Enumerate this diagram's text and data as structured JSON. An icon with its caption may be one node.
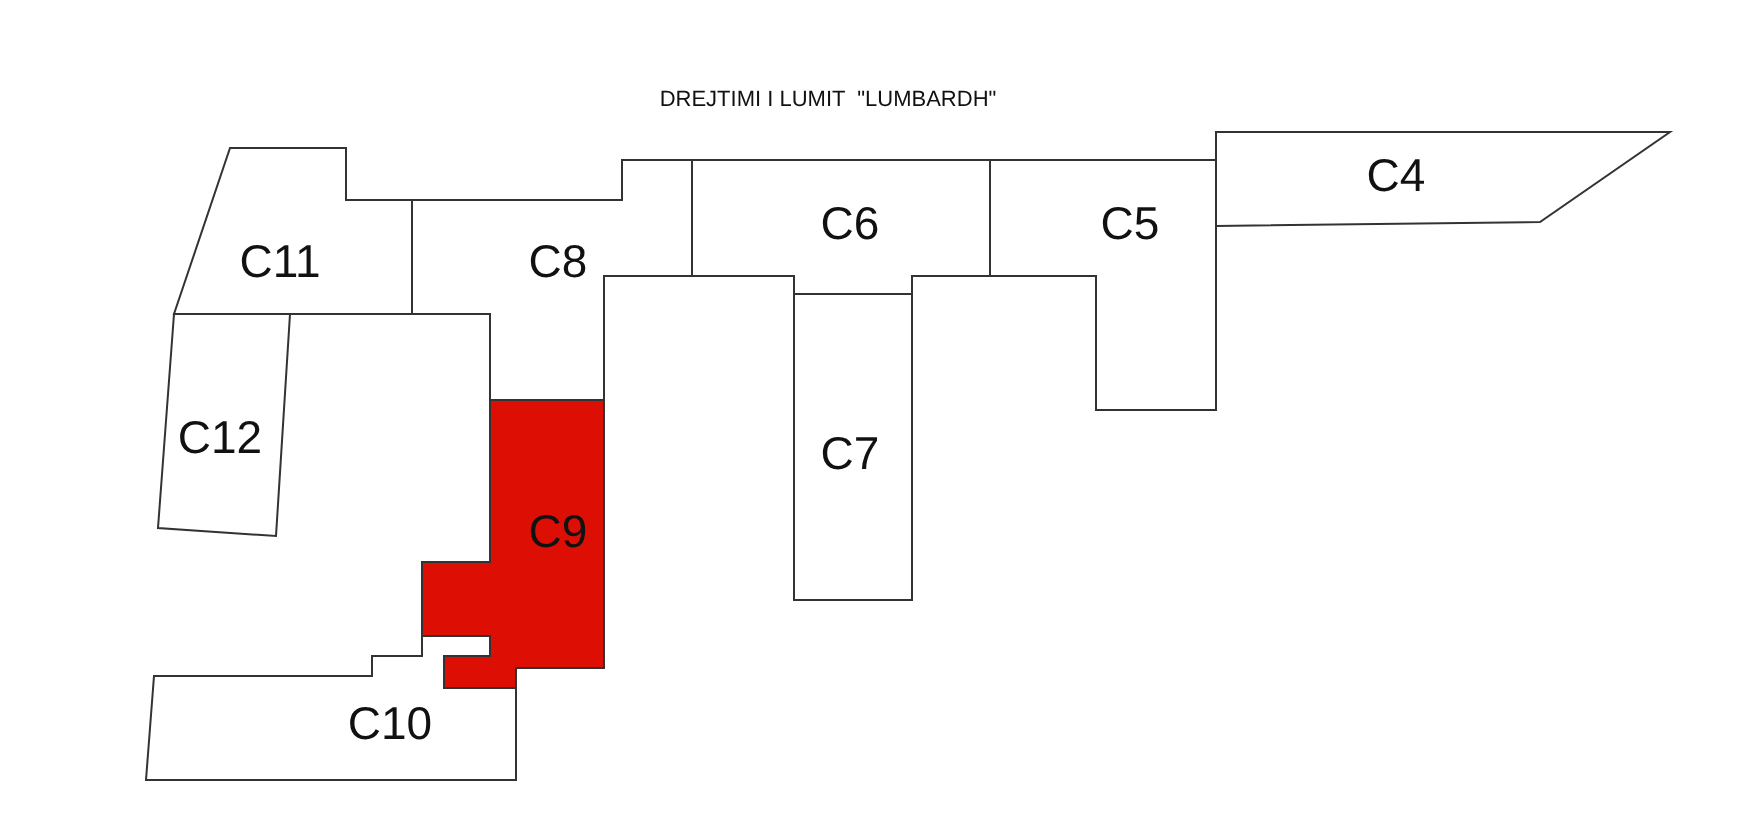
{
  "diagram": {
    "title": "DREJTIMI I LUMIT  \"LUMBARDH\"",
    "nodes": [
      {
        "text": [
          "C4"
        ]
      },
      {
        "text": [
          "C6"
        ]
      },
      {
        "text": [
          "C5"
        ]
      },
      {
        "text": [
          "C11"
        ]
      },
      {
        "text": [
          "C8"
        ]
      },
      {
        "text": [
          "C12"
        ]
      },
      {
        "text": [
          "C7"
        ]
      },
      {
        "text": [
          "C9"
        ]
      },
      {
        "text": [
          "C10"
        ]
      }
    ]
  }
}
